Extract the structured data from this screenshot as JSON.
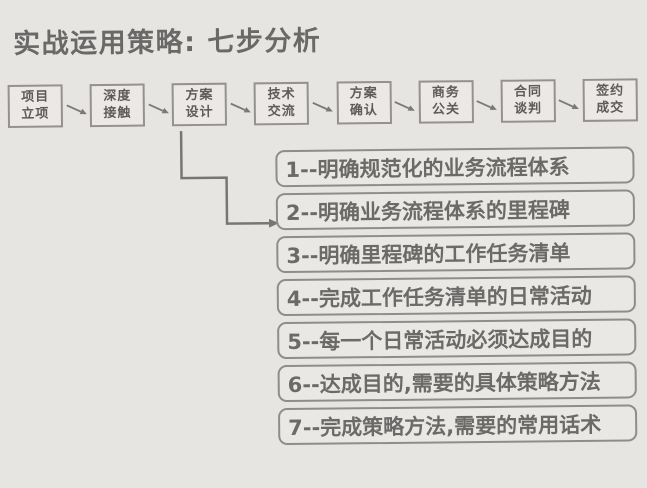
{
  "page": {
    "title": "实战运用策略: 七步分析"
  },
  "flow": {
    "steps": [
      {
        "line1": "项目",
        "line2": "立项"
      },
      {
        "line1": "深度",
        "line2": "接触"
      },
      {
        "line1": "方案",
        "line2": "设计"
      },
      {
        "line1": "技术",
        "line2": "交流"
      },
      {
        "line1": "方案",
        "line2": "确认"
      },
      {
        "line1": "商务",
        "line2": "公关"
      },
      {
        "line1": "合同",
        "line2": "谈判"
      },
      {
        "line1": "签约",
        "line2": "成交"
      }
    ]
  },
  "analysis": {
    "items": [
      {
        "text": "1--明确规范化的业务流程体系"
      },
      {
        "text": "2--明确业务流程体系的里程碑"
      },
      {
        "text": "3--明确里程碑的工作任务清单"
      },
      {
        "text": "4--完成工作任务清单的日常活动"
      },
      {
        "text": "5--每一个日常活动必须达成目的"
      },
      {
        "text": "6--达成目的,需要的具体策略方法"
      },
      {
        "text": "7--完成策略方法,需要的常用话术"
      }
    ]
  },
  "colors": {
    "paper": "#e7e5e2",
    "ink": "#6b6968",
    "box_border": "#949190",
    "arrow": "#7b7977"
  }
}
